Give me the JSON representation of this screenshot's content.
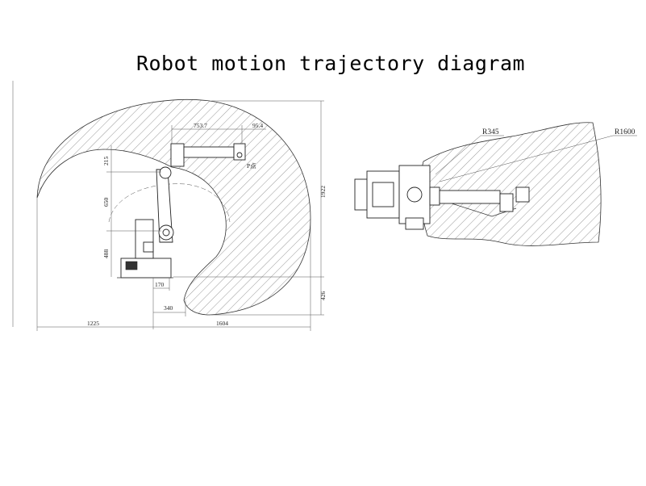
{
  "title": "Robot motion trajectory diagram",
  "side_view": {
    "dims": {
      "d7537": "753.7",
      "d954": "95.4",
      "d215": "215",
      "d650": "650",
      "d488": "488",
      "d1922": "1922",
      "d426": "426",
      "d170": "170",
      "d340": "340",
      "d1225": "1225",
      "d1604": "1604",
      "p_point": "P点"
    }
  },
  "top_view": {
    "labels": {
      "r345": "R345",
      "r1600": "R1600"
    }
  }
}
